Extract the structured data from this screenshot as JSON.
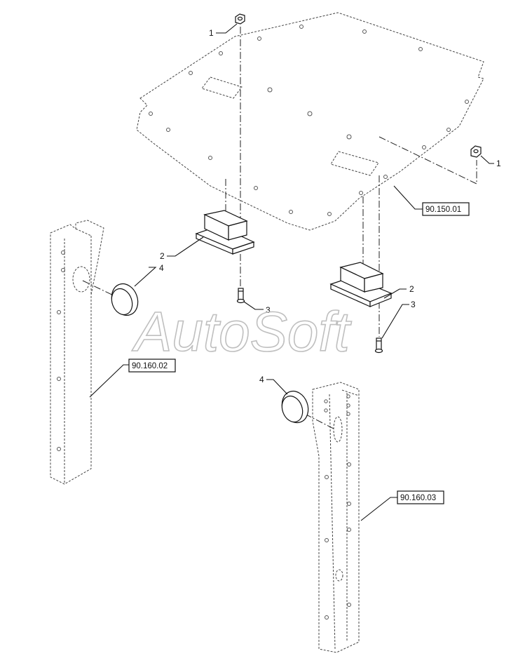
{
  "watermark": "AutoSoft",
  "callouts": [
    {
      "id": "c1a",
      "label": "1"
    },
    {
      "id": "c1b",
      "label": "1"
    },
    {
      "id": "c2a",
      "label": "2"
    },
    {
      "id": "c2b",
      "label": "2"
    },
    {
      "id": "c3a",
      "label": "3"
    },
    {
      "id": "c3b",
      "label": "3"
    },
    {
      "id": "c4a",
      "label": "4"
    },
    {
      "id": "c4b",
      "label": "4"
    }
  ],
  "references": [
    {
      "id": "r1",
      "label": "90.150.01"
    },
    {
      "id": "r2",
      "label": "90.160.02"
    },
    {
      "id": "r3",
      "label": "90.160.03"
    }
  ]
}
